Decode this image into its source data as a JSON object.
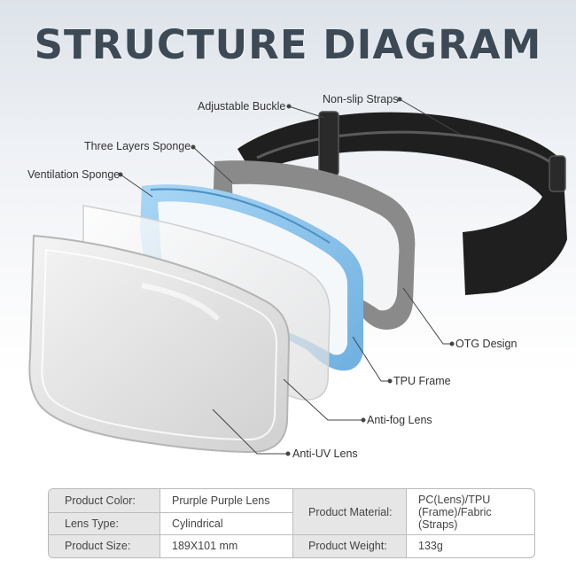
{
  "title": "STRUCTURE DIAGRAM",
  "callouts": {
    "adjustable_buckle": "Adjustable Buckle",
    "non_slip_straps": "Non-slip Straps",
    "three_layers_sponge": "Three Layers Sponge",
    "ventilation_sponge": "Ventilation Sponge",
    "otg_design": "OTG Design",
    "tpu_frame": "TPU Frame",
    "anti_fog_lens": "Anti-fog Lens",
    "anti_uv_lens": "Anti-UV Lens"
  },
  "specs": {
    "product_color_label": "Product Color:",
    "product_color_value": "Prurple Purple Lens",
    "lens_type_label": "Lens Type:",
    "lens_type_value": "Cylindrical",
    "product_size_label": "Product Size:",
    "product_size_value": "189X101 mm",
    "product_material_label": "Product Material:",
    "product_material_value": "PC(Lens)/TPU (Frame)/Fabric (Straps)",
    "product_weight_label": "Product Weight:",
    "product_weight_value": "133g"
  },
  "colors": {
    "title": "#3d4a55",
    "tpu_frame": "#8cc4ec",
    "strap": "#1f1f1f",
    "sponge": "#8a8a8a",
    "label_cell": "#e6e6e6"
  }
}
